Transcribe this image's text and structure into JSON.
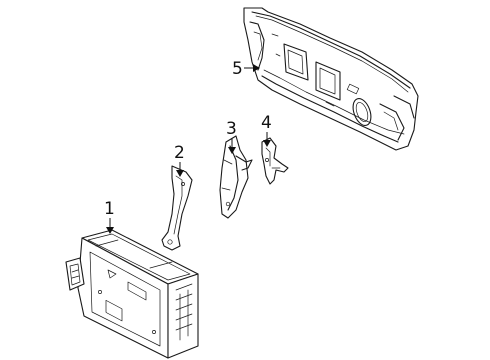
{
  "diagram": {
    "callouts": [
      {
        "id": "1",
        "label": "1",
        "part": "control-module"
      },
      {
        "id": "2",
        "label": "2",
        "part": "bracket"
      },
      {
        "id": "3",
        "label": "3",
        "part": "bracket"
      },
      {
        "id": "4",
        "label": "4",
        "part": "bracket"
      },
      {
        "id": "5",
        "label": "5",
        "part": "rear-panel"
      }
    ]
  }
}
